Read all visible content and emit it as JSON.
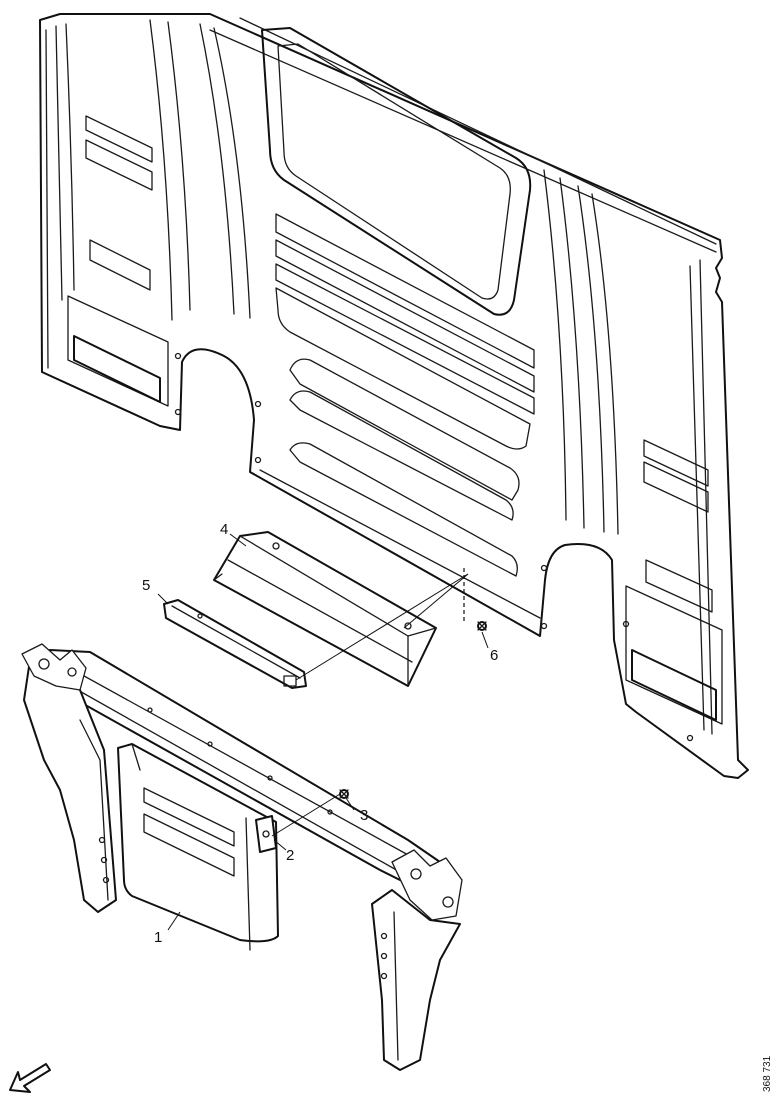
{
  "callouts": {
    "c1": "1",
    "c2": "2",
    "c3": "3",
    "c4": "4",
    "c5": "5",
    "c6": "6"
  },
  "reference_number": "368 731",
  "icons": {
    "direction_arrow": "front-direction-arrow-icon"
  },
  "colors": {
    "line": "#1a1a1a",
    "background": "#ffffff"
  }
}
